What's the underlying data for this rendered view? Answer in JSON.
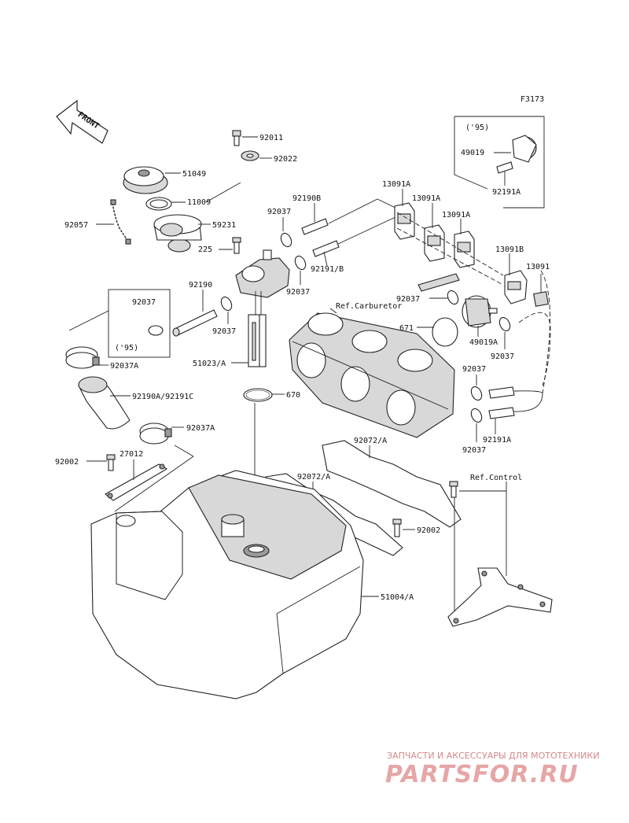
{
  "figure_code": "F3173",
  "front_arrow": "FRONT",
  "labels": {
    "p92011": "92011",
    "p92022": "92022",
    "p51049": "51049",
    "p11009": "11009",
    "p92057": "92057",
    "p59231": "59231",
    "p225": "225",
    "p92190B": "92190B",
    "p92037_a": "92037",
    "p13091A_1": "13091A",
    "p13091A_2": "13091A",
    "p13091A_3": "13091A",
    "p13091B": "13091B",
    "p13091": "13091",
    "p92191B": "92191/B",
    "p92037_b": "92037",
    "p92037_c": "92037",
    "p92037_d": "92037",
    "p92190": "92190",
    "p92037_e": "92037",
    "p95_left": "('95)",
    "p92037A_1": "92037A",
    "p51023A": "51023/A",
    "ref_carb": "Ref.Carburetor",
    "p671": "671",
    "p49019A": "49019A",
    "p92037_f": "92037",
    "p92037_g": "92037",
    "p92037_h": "92037",
    "p92191A_1": "92191A",
    "p670": "670",
    "p92190A": "92190A/92191C",
    "p92037A_2": "92037A",
    "p92072A_1": "92072/A",
    "p92072A_2": "92072/A",
    "p92002_l": "92002",
    "p27012": "27012",
    "ref_control": "Ref.Control",
    "p92002_r": "92002",
    "p51004A": "51004/A",
    "p95_right": "('95)",
    "p49019": "49019",
    "p92191A_2": "92191A"
  },
  "watermark": {
    "line1": "ЗАПЧАСТИ И АКСЕССУАРЫ ДЛЯ МОТОТЕХНИКИ",
    "line2": "PARTSFOR.RU"
  }
}
